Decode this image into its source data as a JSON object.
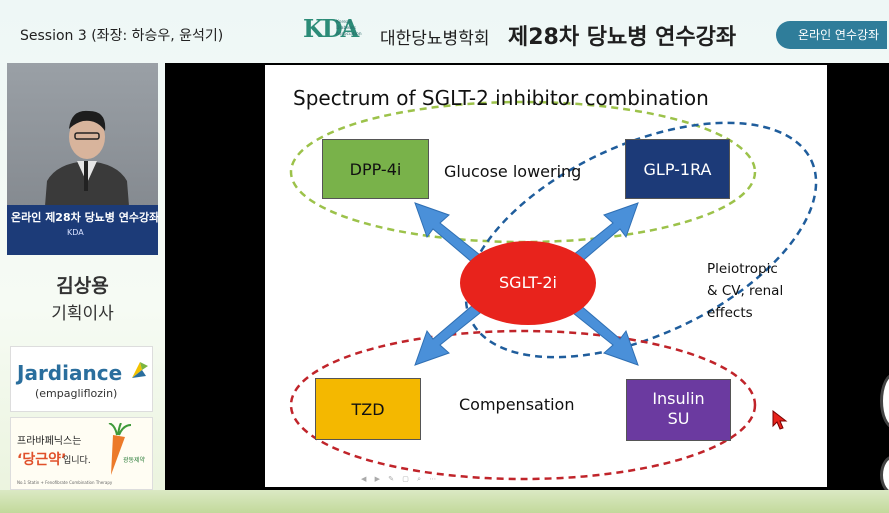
{
  "header": {
    "session": "Session 3 (좌장: 하승우, 윤석기)",
    "logo_mark": "KDA",
    "logo_sub": [
      "Korean",
      "Diabetes",
      "Association"
    ],
    "society": "대한당뇨병학회",
    "course": "제28차 당뇨병 연수강좌",
    "online_badge": "온라인 연수강좌"
  },
  "speaker": {
    "banner_text": "온라인 제28차 당뇨병 연수강좌",
    "banner_logo": "KDA",
    "name": "김상용",
    "title": "기획이사"
  },
  "ads": {
    "jardiance_brand": "Jardiance",
    "jardiance_generic": "(empagliflozin)",
    "carrot_line1": "프라바페닉스는",
    "carrot_line2": "‘당근약’",
    "carrot_line2b": "입니다.",
    "carrot_maker": "광동제약",
    "carrot_footer": "No.1 Statin + Fenofibrate Combination Therapy"
  },
  "slide": {
    "title": "Spectrum of SGLT-2 inhibitor combination",
    "dpp4": "DPP-4i",
    "glp1": "GLP-1RA",
    "tzd": "TZD",
    "insulin": "Insulin",
    "insulin_line2": "SU",
    "center": "SGLT-2i",
    "glucose_lowering": "Glucose lowering",
    "compensation": "Compensation",
    "pleiotropic": [
      "Pleiotropic",
      "& CV, renal",
      "effects"
    ]
  },
  "colors": {
    "dpp4": "#79b24a",
    "glp1": "#1c3a78",
    "tzd": "#f4b800",
    "insulin": "#6b3aa0",
    "center": "#e8231c",
    "arrow": "#4a90d9",
    "green_ellipse": "#9cc24a",
    "blue_ellipse": "#1f5d9c",
    "red_ellipse": "#c0242a",
    "badge": "#2f7d9a"
  }
}
